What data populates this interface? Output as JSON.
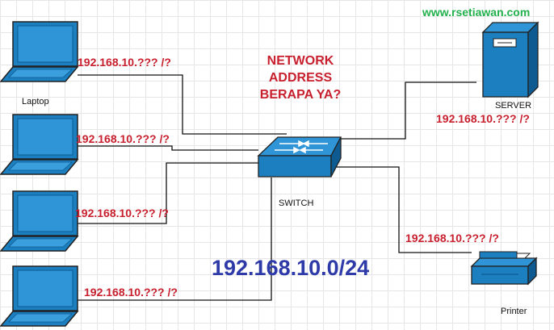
{
  "website": "www.rsetiawan.com",
  "question": {
    "line1": "NETWORK",
    "line2": "ADDRESS",
    "line3": "BERAPA YA?"
  },
  "network_address": "192.168.10.0/24",
  "labels": {
    "laptop": "Laptop",
    "switch": "SWITCH",
    "server": "SERVER",
    "printer": "Printer"
  },
  "ips": {
    "laptop1": "192.168.10.??? /?",
    "laptop2": "192.168.10.??? /?",
    "laptop3": "192.168.10.??? /?",
    "laptop4": "192.168.10.??? /?",
    "server": "192.168.10.??? /?",
    "printer": "192.168.10.??? /?"
  },
  "colors": {
    "website": "#22b14c",
    "ip": "#c8202e",
    "network": "#2e3aa8",
    "device": "#1b7fc0",
    "device_dark": "#0e5b91",
    "line": "#111111"
  },
  "icons": {
    "laptop": "laptop-icon",
    "switch": "network-switch-icon",
    "server": "server-tower-icon",
    "printer": "printer-icon"
  }
}
